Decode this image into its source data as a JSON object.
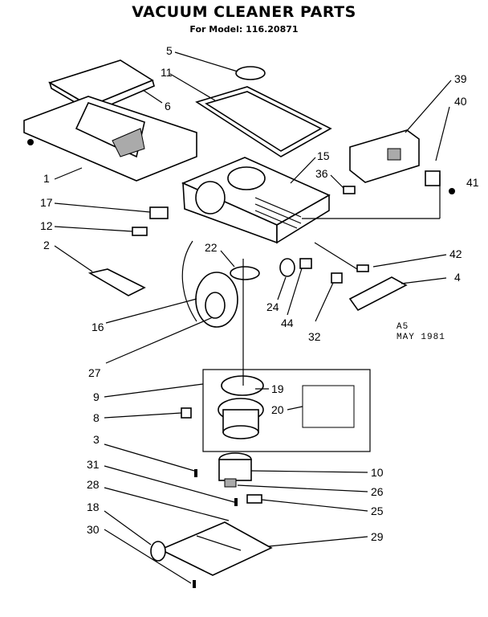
{
  "title": "VACUUM CLEANER PARTS",
  "subtitle": "For Model: 116.20871",
  "stamp": {
    "line1": "A5",
    "line2": "MAY  1981"
  },
  "parts": [
    {
      "id": "p1",
      "label": "1"
    },
    {
      "id": "p2",
      "label": "2"
    },
    {
      "id": "p3",
      "label": "3"
    },
    {
      "id": "p4",
      "label": "4"
    },
    {
      "id": "p5",
      "label": "5"
    },
    {
      "id": "p6",
      "label": "6"
    },
    {
      "id": "p8",
      "label": "8"
    },
    {
      "id": "p9",
      "label": "9"
    },
    {
      "id": "p10",
      "label": "10"
    },
    {
      "id": "p11",
      "label": "11"
    },
    {
      "id": "p12",
      "label": "12"
    },
    {
      "id": "p15",
      "label": "15"
    },
    {
      "id": "p16",
      "label": "16"
    },
    {
      "id": "p17",
      "label": "17"
    },
    {
      "id": "p18",
      "label": "18"
    },
    {
      "id": "p19",
      "label": "19"
    },
    {
      "id": "p20",
      "label": "20"
    },
    {
      "id": "p22",
      "label": "22"
    },
    {
      "id": "p24",
      "label": "24"
    },
    {
      "id": "p25",
      "label": "25"
    },
    {
      "id": "p26",
      "label": "26"
    },
    {
      "id": "p27",
      "label": "27"
    },
    {
      "id": "p28",
      "label": "28"
    },
    {
      "id": "p29",
      "label": "29"
    },
    {
      "id": "p30",
      "label": "30"
    },
    {
      "id": "p31",
      "label": "31"
    },
    {
      "id": "p32",
      "label": "32"
    },
    {
      "id": "p36",
      "label": "36"
    },
    {
      "id": "p39",
      "label": "39"
    },
    {
      "id": "p40",
      "label": "40"
    },
    {
      "id": "p41",
      "label": "41"
    },
    {
      "id": "p42",
      "label": "42"
    },
    {
      "id": "p44",
      "label": "44"
    }
  ]
}
